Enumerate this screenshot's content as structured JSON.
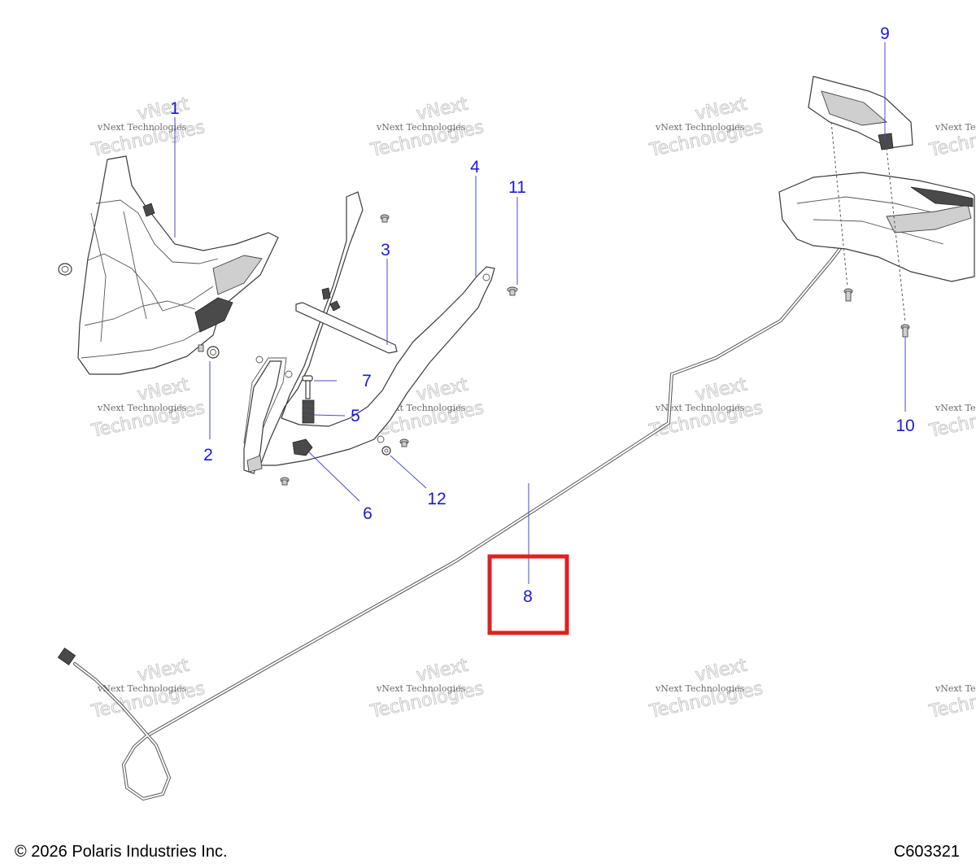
{
  "callouts": {
    "c1": "1",
    "c2": "2",
    "c3": "3",
    "c4": "4",
    "c5": "5",
    "c6": "6",
    "c7": "7",
    "c8": "8",
    "c9": "9",
    "c10": "10",
    "c11": "11",
    "c12": "12"
  },
  "watermark": {
    "line1": "vNext Technologies",
    "line2_big": "Technologies",
    "line2_top": "vNext"
  },
  "footer": {
    "copyright": "© 2026 Polaris Industries Inc.",
    "drawing_code": "C603321"
  },
  "colors": {
    "callout": "#1a1ad6",
    "highlight": "#e02020"
  }
}
